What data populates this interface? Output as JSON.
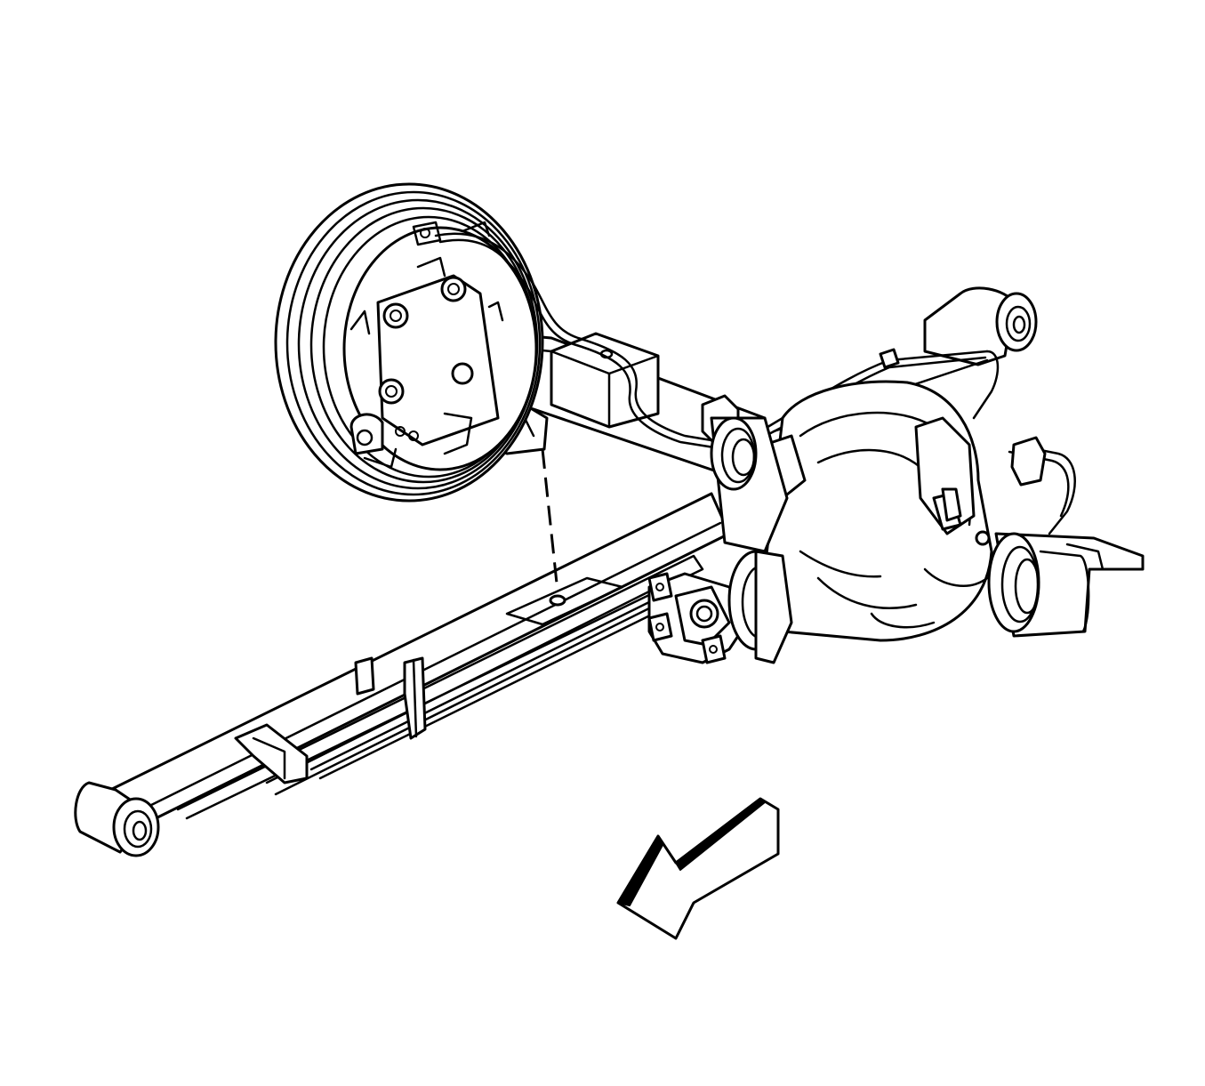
{
  "diagram": {
    "kind": "rear axle and leaf spring exploded view",
    "parts": [
      "brake-drum",
      "backing-plate",
      "axle-tube",
      "spring-seat-pad",
      "center-bolt-guide",
      "leaf-spring",
      "front-spring-eye",
      "rear-spring-eye",
      "differential-housing",
      "pinion-yoke",
      "brake-line",
      "right-axle-tube",
      "direction-arrow"
    ],
    "colors": {
      "line": "#000000",
      "fill": "#ffffff"
    }
  }
}
